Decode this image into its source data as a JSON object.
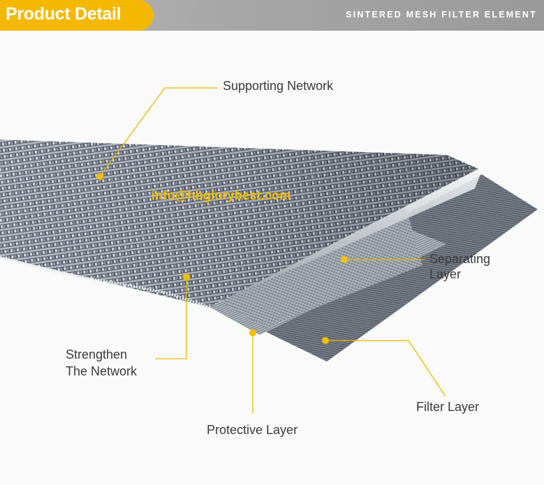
{
  "header": {
    "title": "Product Detail",
    "subtitle": "SINTERED MESH FILTER ELEMENT"
  },
  "watermark": "info@hbglorybest.com",
  "labels": {
    "supporting_network": "Supporting Network",
    "separating_layer_line1": "Separating",
    "separating_layer_line2": "Layer",
    "strengthen_line1": "Strengthen",
    "strengthen_line2": "The Network",
    "filter_layer": "Filter Layer",
    "protective_layer": "Protective Layer"
  },
  "colors": {
    "accent": "#f5b800",
    "header_bg": "#a9a9a9",
    "leader_line": "#e9b800",
    "label_text": "#3a3a3a"
  }
}
